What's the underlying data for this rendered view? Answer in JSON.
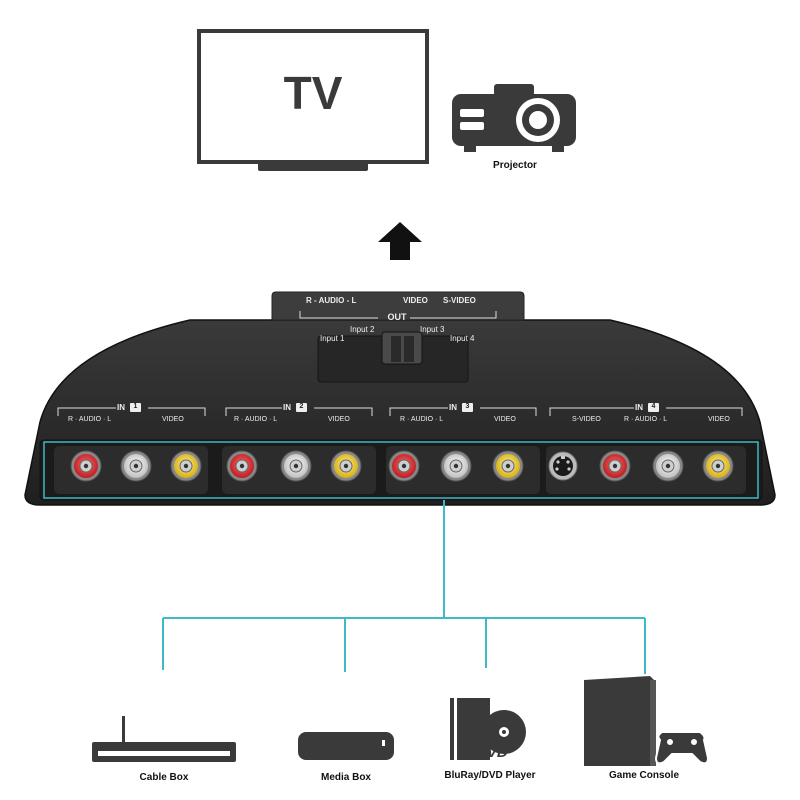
{
  "outputs": {
    "tv_label": "TV",
    "projector_label": "Projector"
  },
  "switch": {
    "out_label": "OUT",
    "out_audio_label": "R - AUDIO - L",
    "out_video_label": "VIDEO",
    "out_svideo_label": "S-VIDEO",
    "selector": {
      "input1": "Input 1",
      "input2": "Input 2",
      "input3": "Input 3",
      "input4": "Input 4"
    },
    "inputs": [
      {
        "in_label": "IN",
        "number": "1",
        "audio_label": "R · AUDIO · L",
        "video_label": "VIDEO"
      },
      {
        "in_label": "IN",
        "number": "2",
        "audio_label": "R · AUDIO · L",
        "video_label": "VIDEO"
      },
      {
        "in_label": "IN",
        "number": "3",
        "audio_label": "R · AUDIO · L",
        "video_label": "VIDEO"
      },
      {
        "in_label": "IN",
        "number": "4",
        "svideo_label": "S-VIDEO",
        "audio_label": "R · AUDIO · L",
        "video_label": "VIDEO"
      }
    ]
  },
  "sources": {
    "cable_box": "Cable Box",
    "media_box": "Media Box",
    "bluray": "BluRay/DVD Player",
    "game_console": "Game Console",
    "dvd_logo": "DVD"
  },
  "colors": {
    "connector_line": "#3fb8c8",
    "device_body": "#2a2a2a",
    "device_panel": "#1b1b1b",
    "jack_red": "#d9262b",
    "jack_white": "#e8e8e8",
    "jack_yellow": "#f2d21b",
    "icon_gray": "#3a3a3a"
  }
}
